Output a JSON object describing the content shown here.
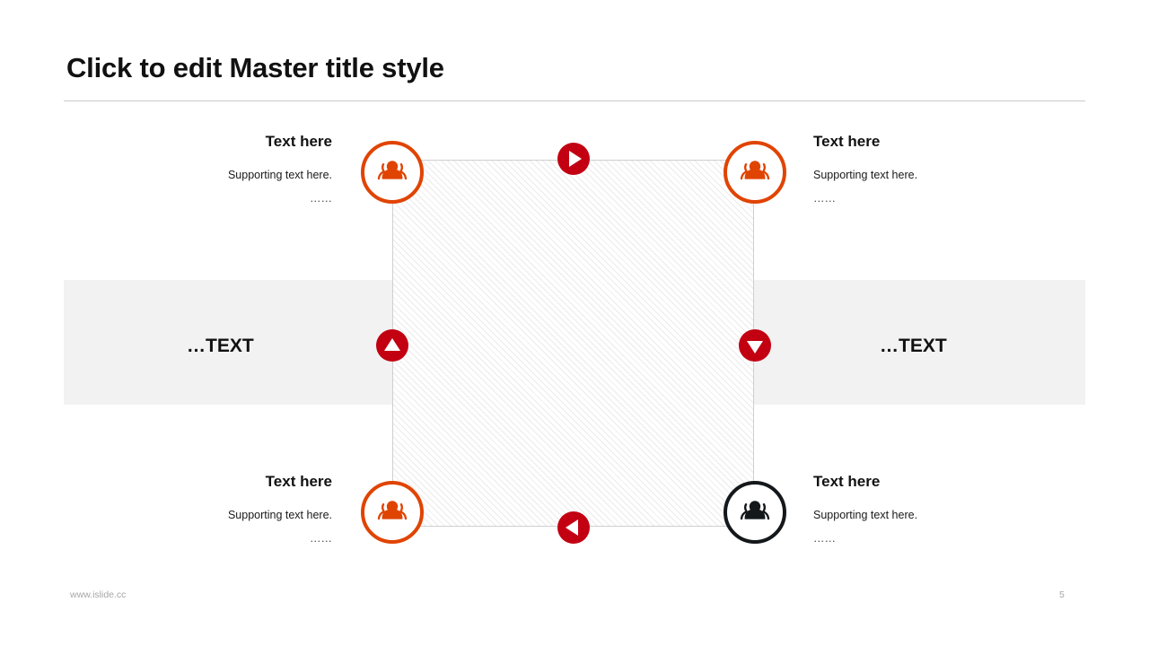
{
  "slide": {
    "title": "Click to edit Master title style",
    "page_number": "5",
    "footer_url": "www.islide.cc",
    "accent_orange": "#E04403",
    "accent_dark": "#14181B",
    "marker_red": "#C20012",
    "band_gray": "#F2F2F2",
    "rule_gray": "#C9C9C9"
  },
  "nodes": [
    {
      "id": "top-left",
      "heading": "Text here",
      "supporting": "Supporting text here.",
      "dots": "……",
      "icon": "people-icon",
      "color": "#E04403"
    },
    {
      "id": "top-right",
      "heading": "Text here",
      "supporting": "Supporting text here.",
      "dots": "……",
      "icon": "people-icon",
      "color": "#E04403"
    },
    {
      "id": "bottom-left",
      "heading": "Text here",
      "supporting": "Supporting text here.",
      "dots": "……",
      "icon": "people-icon",
      "color": "#E04403"
    },
    {
      "id": "bottom-right",
      "heading": "Text here",
      "supporting": "Supporting text here.",
      "dots": "……",
      "icon": "people-icon",
      "color": "#14181B"
    }
  ],
  "side_labels": {
    "left": "…TEXT",
    "right": "…TEXT"
  },
  "arrows": [
    {
      "id": "top",
      "direction": "right"
    },
    {
      "id": "left",
      "direction": "up"
    },
    {
      "id": "right",
      "direction": "down"
    },
    {
      "id": "bottom",
      "direction": "left"
    }
  ]
}
